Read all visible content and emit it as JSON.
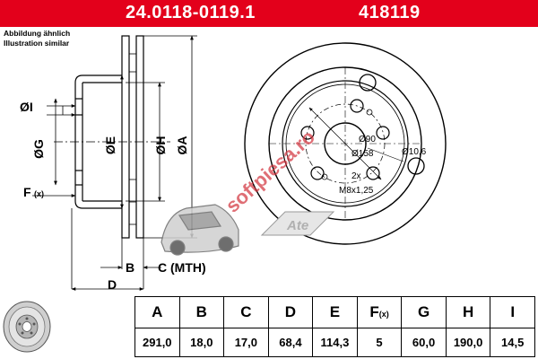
{
  "header": {
    "part_number": "24.0118-0119.1",
    "article_number": "418119"
  },
  "notes": {
    "line1": "Abbildung ähnlich",
    "line2": "Illustration similar"
  },
  "dimension_labels": {
    "I": "ØI",
    "G": "ØG",
    "E": "ØE",
    "H": "ØH",
    "A": "ØA",
    "F": "F",
    "F_sub": "(x)",
    "B": "B",
    "C": "C (MTH)",
    "D": "D"
  },
  "front_view": {
    "center_bore": "Ø90",
    "bolt_circle": "Ø158",
    "hole_diameter": "Ø10,6",
    "thread_count": "2x",
    "thread": "M8x1,25"
  },
  "watermark": {
    "text": "softpiesa.ro"
  },
  "table": {
    "headers": [
      "A",
      "B",
      "C",
      "D",
      "E",
      "F",
      "G",
      "H",
      "I"
    ],
    "header_sub": "(x)",
    "values": [
      "291,0",
      "18,0",
      "17,0",
      "68,4",
      "114,3",
      "5",
      "60,0",
      "190,0",
      "14,5"
    ]
  },
  "colors": {
    "brand_red": "#e3001b",
    "watermark_red": "#d2323c",
    "line": "#000000"
  },
  "icons": {
    "brand_logo": "ate-logo",
    "thumbnail": "brake-disc-thumbnail"
  }
}
